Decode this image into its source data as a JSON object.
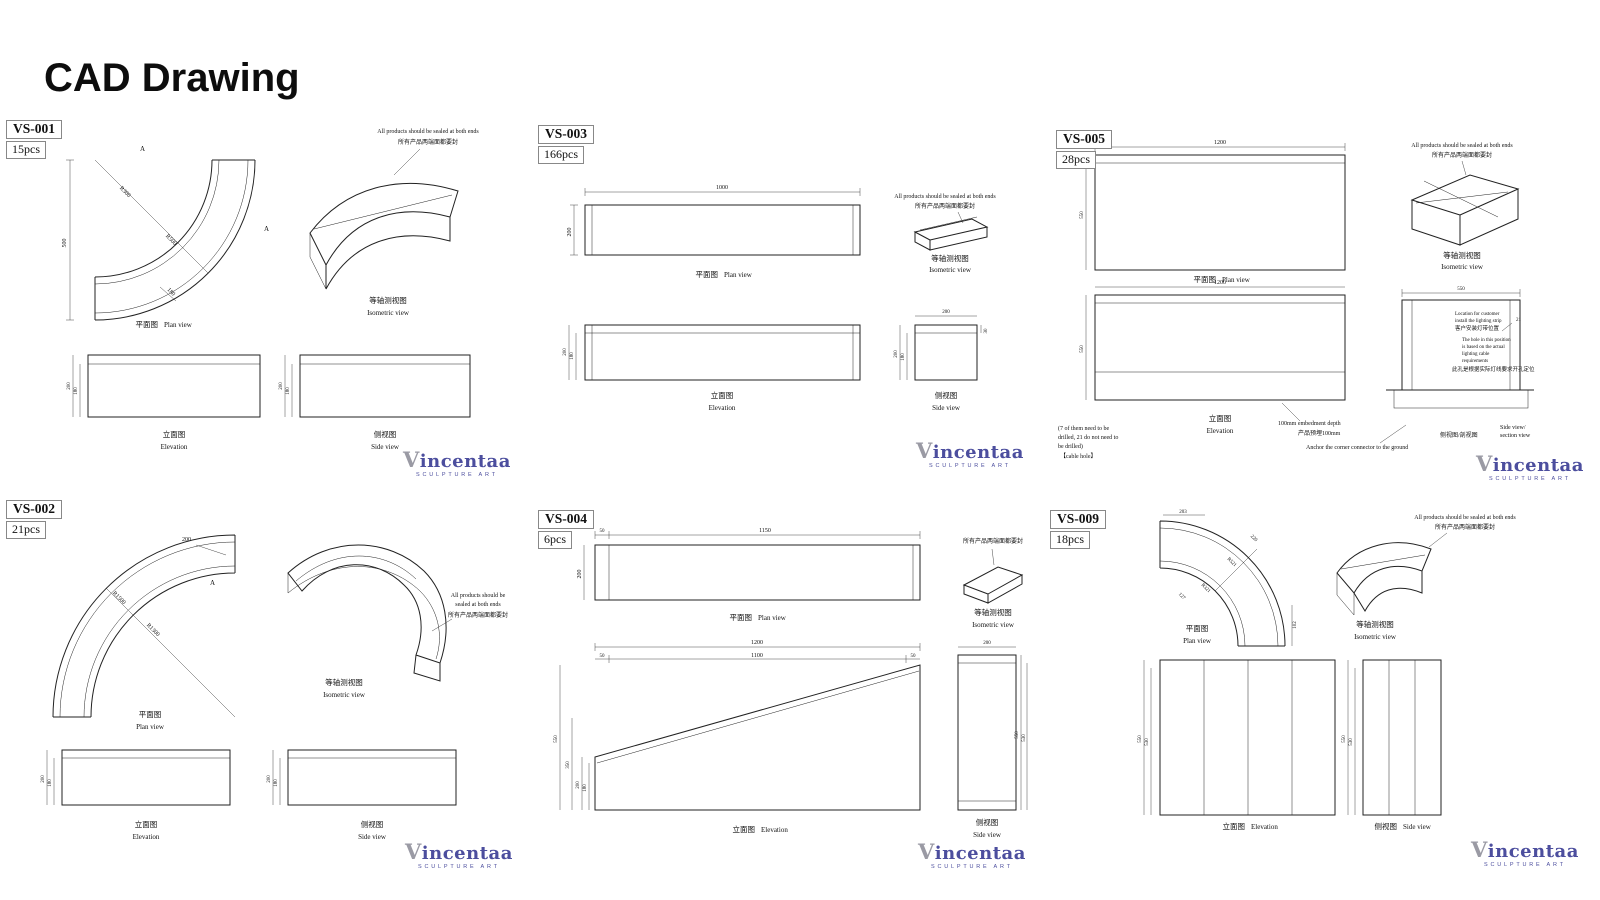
{
  "page": {
    "title": "CAD Drawing"
  },
  "logo": {
    "v": "V",
    "rest": "incentaa",
    "subtitle": "SCULPTURE ART"
  },
  "labels": {
    "plan_cn": "平面图",
    "plan_en": "Plan view",
    "elev_cn": "立面图",
    "elev_en": "Elevation",
    "side_cn": "侧视图",
    "side_en": "Side view",
    "iso_cn": "等轴测视图",
    "iso_en": "Isometric view",
    "seal_en": "All products should be sealed at both ends",
    "seal_en_1": "All products should be",
    "seal_en_2": "sealed at both ends",
    "seal_cn": "所有产品两端面都要封",
    "side_section_cn": "侧视图/剖视图",
    "side_section_en_1": "Side view/",
    "side_section_en_2": "section view"
  },
  "panels": [
    {
      "id": "VS-001",
      "qty": "15pcs",
      "dims": {
        "r1": "R300",
        "r2": "R500",
        "len": "500",
        "w": "180",
        "mark": "A",
        "h200": "200",
        "h180": "180"
      }
    },
    {
      "id": "VS-002",
      "qty": "21pcs",
      "dims": {
        "w": "200",
        "r1": "R1500",
        "r2": "R1300",
        "mark": "A",
        "h200": "200",
        "h180": "180"
      }
    },
    {
      "id": "VS-003",
      "qty": "166pcs",
      "dims": {
        "plan_w": "1000",
        "plan_h": "200",
        "h200": "200",
        "h180": "180",
        "side_w": "200",
        "t30": "30"
      }
    },
    {
      "id": "VS-004",
      "qty": "6pcs",
      "dims": {
        "plan_w": "1150",
        "off50": "50",
        "plan_h": "200",
        "elev_w": "1200",
        "mid": "1100",
        "h550": "550",
        "h350": "350",
        "h200": "200",
        "h180": "180",
        "side_w": "200",
        "s550": "550",
        "s530": "530"
      }
    },
    {
      "id": "VS-005",
      "qty": "28pcs",
      "dims": {
        "plan_w": "1200",
        "plan_h": "550",
        "elev_h": "550",
        "sec_w": "550",
        "n21": "21"
      },
      "notes": {
        "light_en_1": "Location for customer",
        "light_en_2": "install the lighting strip",
        "light_cn": "客户安装灯带位置",
        "hole_en_1": "The hole in this position",
        "hole_en_2": "is based on the actual",
        "hole_en_3": "lighting cable",
        "hole_en_4": "requirements",
        "hole_cn": "此孔是根据实际灯线要求开孔定位",
        "drill_1": "(7 of them need to be",
        "drill_2": "drilled, 21 do not need to",
        "drill_3": "be drilled)",
        "drill_4": "【cable hole】",
        "embed_en": "100mm embedment depth",
        "embed_cn": "产品预埋100mm",
        "anchor": "Anchor the corner connector to the ground"
      }
    },
    {
      "id": "VS-009",
      "qty": "18pcs",
      "dims": {
        "d203": "203",
        "d220": "220",
        "r521": "R521",
        "r321": "R321",
        "d102": "102",
        "d127": "127",
        "h550": "550",
        "h530": "530"
      }
    }
  ]
}
